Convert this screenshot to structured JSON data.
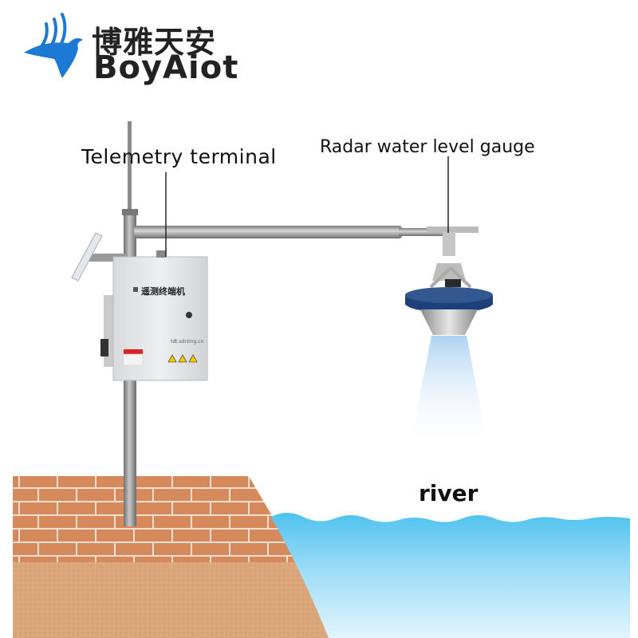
{
  "logo": {
    "name_cn": "博雅天安",
    "name_en": "BoyAiot",
    "colors": {
      "bird": "#1c7ad4",
      "text": "#222222"
    }
  },
  "labels": {
    "telemetry_terminal": "Telemetry terminal",
    "radar_gauge": "Radar water level gauge",
    "river": "river"
  },
  "terminal_box": {
    "title": "遥测终端机",
    "url": "tdt.sdrzing.cn"
  },
  "colors": {
    "water_top": "#4fc2ef",
    "water_bottom": "#d8f1fc",
    "brick": "#d6895a",
    "mortar": "#efe0d2",
    "soil": "#dba77a",
    "pole": "#8c8c8c",
    "gauge_base": "#1f3f7a",
    "beam": "#c6ddf2"
  }
}
